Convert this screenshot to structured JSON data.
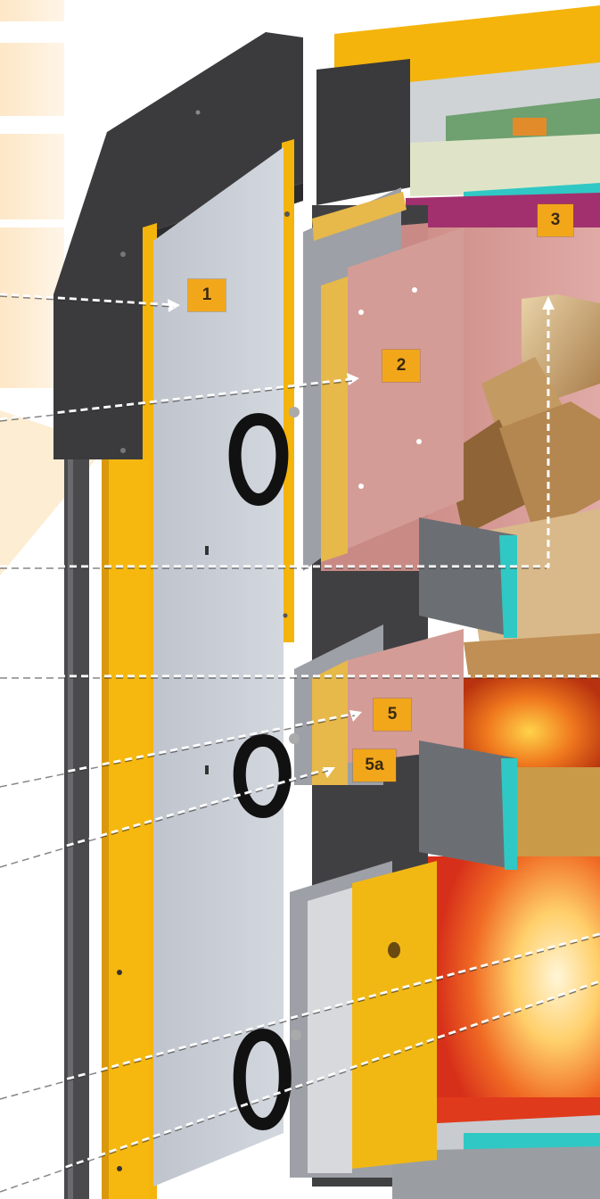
{
  "labels": {
    "l1": "1",
    "l2": "2",
    "l3": "3",
    "l5": "5",
    "l5a": "5a"
  },
  "colors": {
    "label_bg": "#f2a71b",
    "frame_yellow": "#f6b80f",
    "panel_dark": "#3c3c3e",
    "door_grey": "#c6cbd4",
    "firebox_pink": "#d9a0a0",
    "insulation_cyan": "#27c6c0",
    "seal_magenta": "#a2306e",
    "fire_red": "#e33a1c",
    "dashed_line": "#ffffff"
  }
}
